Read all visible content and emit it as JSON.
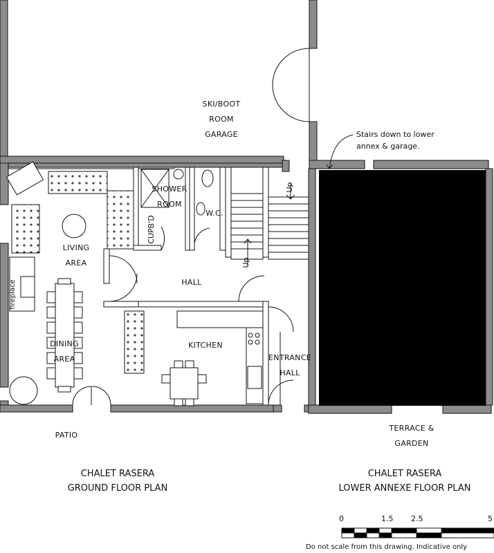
{
  "rooms": {
    "garage": [
      "SKI/BOOT",
      "ROOM",
      "GARAGE"
    ],
    "shower": [
      "SHOWER",
      "ROOM"
    ],
    "wc": "W.C.",
    "cupbd": "CUPB'D",
    "living": [
      "LIVING",
      "AREA"
    ],
    "fireplace": "fireplace",
    "hall": "HALL",
    "dining": [
      "DINING",
      "AREA"
    ],
    "kitchen": "KITCHEN",
    "entrance": [
      "ENTRANCE",
      "HALL"
    ],
    "patio": "PATIO",
    "terrace": [
      "TERRACE &",
      "GARDEN"
    ]
  },
  "stairs": {
    "up_top": "Up",
    "up_bottom": "Up",
    "note": [
      "Stairs down to lower",
      "annex & garage."
    ]
  },
  "titles": {
    "ground": [
      "CHALET RASERA",
      "GROUND FLOOR PLAN"
    ],
    "annexe": [
      "CHALET RASERA",
      "LOWER ANNEXE FLOOR PLAN"
    ]
  },
  "scale": {
    "ticks": [
      "0",
      "1.5",
      "2.5",
      "5"
    ],
    "disclaimer": "Do not scale from this drawing. Indicative only"
  }
}
